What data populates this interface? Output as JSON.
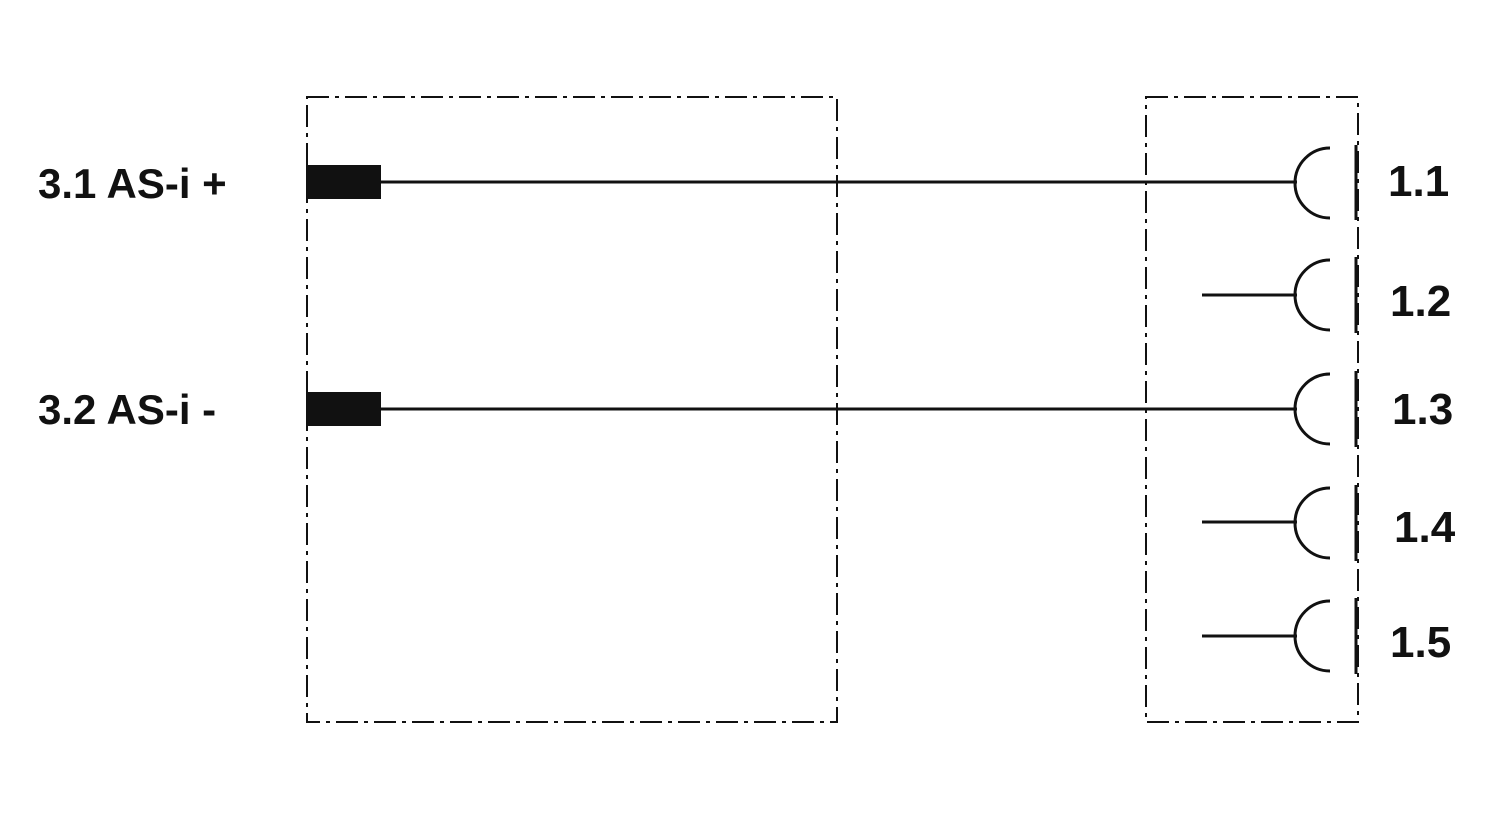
{
  "left_connector": {
    "terminals": [
      {
        "id": "3.1",
        "label": "3.1 AS-i +",
        "connected_to": "1.1"
      },
      {
        "id": "3.2",
        "label": "3.2 AS-i -",
        "connected_to": "1.3"
      }
    ]
  },
  "right_connector": {
    "pins": [
      {
        "label": "1.1",
        "connected": true
      },
      {
        "label": "1.2",
        "connected": false
      },
      {
        "label": "1.3",
        "connected": true
      },
      {
        "label": "1.4",
        "connected": false
      },
      {
        "label": "1.5",
        "connected": false
      }
    ]
  },
  "colors": {
    "line": "#111111",
    "background": "#ffffff"
  }
}
